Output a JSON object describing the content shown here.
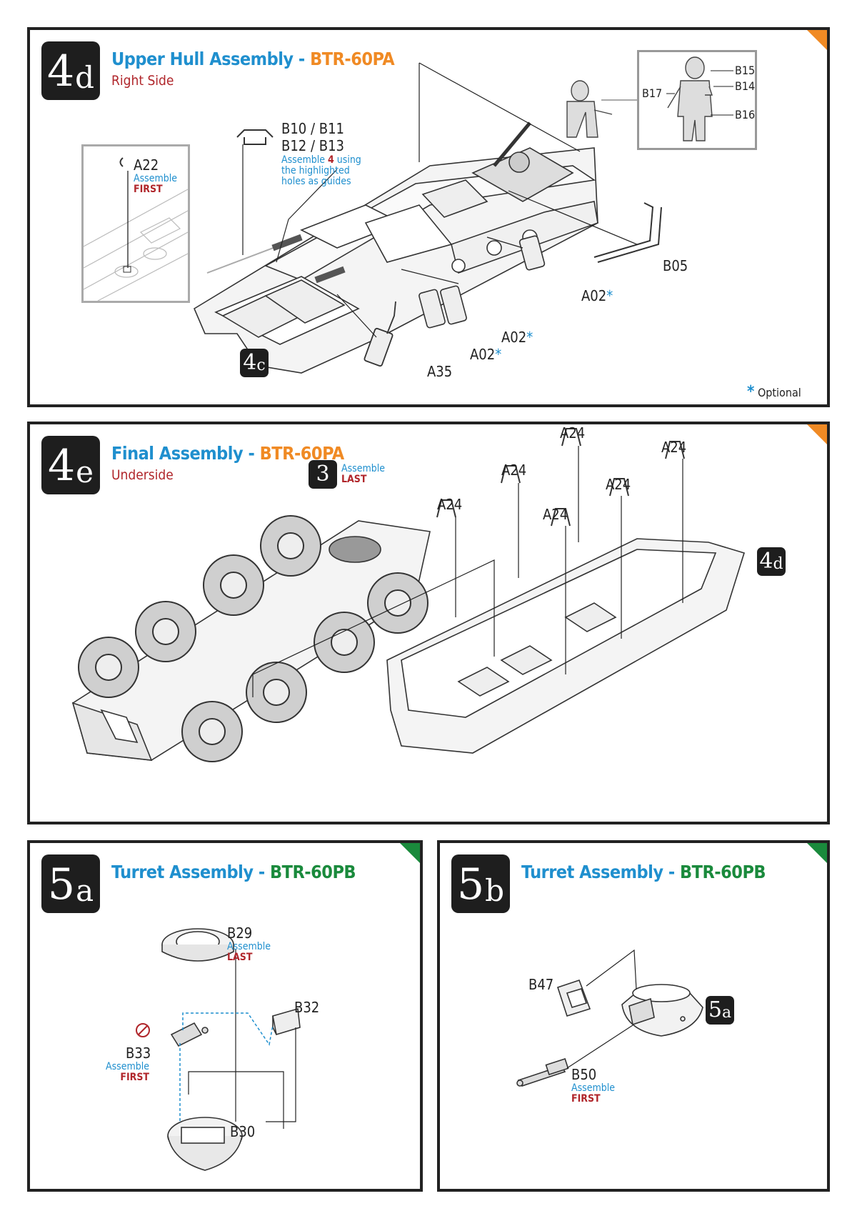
{
  "colors": {
    "accent_blue": "#1f8fce",
    "accent_orange": "#f08a24",
    "accent_green": "#1a8a3c",
    "warning_red": "#b0262b"
  },
  "step_4d": {
    "number": "4",
    "suffix": "d",
    "title_part1": "Upper Hull Assembly",
    "title_sep": " - ",
    "title_variant": "BTR-60PA",
    "subtitle": "Right Side",
    "inset_part": "A22",
    "inset_note_1": "Assemble",
    "inset_note_2": "FIRST",
    "parts_group": [
      "B10 / B11",
      "B12 / B13"
    ],
    "parts_note_1": "Assemble ",
    "parts_note_num": "4",
    "parts_note_2": " using",
    "parts_note_3": "the highlighted",
    "parts_note_4": "holes as guides",
    "figure_parts": [
      "B15",
      "B14",
      "B16",
      "B17"
    ],
    "b05": "B05",
    "a02_right": "A02",
    "a02_mid": "A02",
    "a02_left": "A02",
    "a35": "A35",
    "ref_badge_number": "4",
    "ref_badge_suffix": "c",
    "optional_mark": "*",
    "optional_label": "Optional"
  },
  "step_4e": {
    "number": "4",
    "suffix": "e",
    "title_part1": "Final Assembly",
    "title_sep": " - ",
    "title_variant": "BTR-60PA",
    "subtitle": "Underside",
    "badge3": "3",
    "badge3_note_1": "Assemble",
    "badge3_note_2": "LAST",
    "a24_labels": [
      "A24",
      "A24",
      "A24",
      "A24",
      "A24",
      "A24"
    ],
    "ref_badge_number": "4",
    "ref_badge_suffix": "d"
  },
  "step_5a": {
    "number": "5",
    "suffix": "a",
    "title_part1": "Turret Assembly",
    "title_sep": " - ",
    "title_variant": "BTR-60PB",
    "b29": "B29",
    "b29_note_1": "Assemble",
    "b29_note_2": "LAST",
    "b32": "B32",
    "b33": "B33",
    "b33_note_1": "Assemble",
    "b33_note_2": "FIRST",
    "b30": "B30"
  },
  "step_5b": {
    "number": "5",
    "suffix": "b",
    "title_part1": "Turret Assembly",
    "title_sep": " - ",
    "title_variant": "BTR-60PB",
    "b47": "B47",
    "b50": "B50",
    "b50_note_1": "Assemble",
    "b50_note_2": "FIRST",
    "ref_badge_number": "5",
    "ref_badge_suffix": "a"
  }
}
